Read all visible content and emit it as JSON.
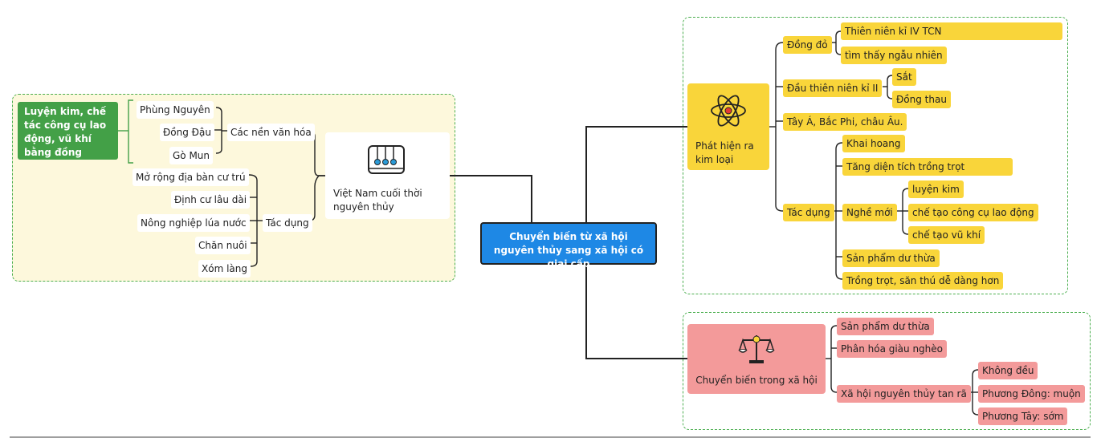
{
  "center": {
    "label": "Chuyển biến từ xã hội nguyên thủy sang xã hội có giai cấp"
  },
  "left": {
    "main": {
      "label": "Việt Nam cuối thời nguyên thủy",
      "icon": "cradle-icon"
    },
    "note": {
      "label": "Luyện kim, chế tác công cụ lao động, vũ khí bằng đồng"
    },
    "culture": {
      "label": "Các nền văn hóa",
      "items": [
        "Phùng Nguyên",
        "Đồng Đậu",
        "Gò Mun"
      ]
    },
    "effects": {
      "label": "Tác dụng",
      "items": [
        "Mở rộng địa bàn cư trú",
        "Định cư lâu dài",
        "Nông nghiệp lúa nước",
        "Chăn nuôi",
        "Xóm làng"
      ]
    }
  },
  "metal": {
    "main": {
      "label": "Phát hiện ra kim loại",
      "icon": "atom-icon"
    },
    "copper": {
      "label": "Đồng đỏ",
      "items": [
        "Thiên niên kỉ IV TCN",
        "tìm thấy ngẫu nhiên"
      ]
    },
    "early": {
      "label": "Đầu thiên niên kỉ II",
      "items": [
        "Sắt",
        "Đồng thau"
      ]
    },
    "region": {
      "label": "Tây Á, Bắc Phi, châu Âu."
    },
    "effect": {
      "label": "Tác dụng",
      "items": [
        "Khai hoang",
        "Tăng  diện tích trồng trọt",
        "Sản phẩm dư thừa",
        "Trồng trọt, săn thú dễ dàng hơn"
      ],
      "jobs": {
        "label": "Nghề mới",
        "items": [
          "luyện kim",
          "chế tạo công cụ lao động",
          "chế tạo vũ khí"
        ]
      }
    }
  },
  "society": {
    "main": {
      "label": "Chuyển biến trong xã hội",
      "icon": "scale-icon"
    },
    "items": [
      "Sản phẩm dư thừa",
      "Phân hóa giàu nghèo"
    ],
    "collapse": {
      "label": "Xã hội nguyên thủy tan rã",
      "items": [
        "Không đều",
        "Phương Đông: muộn",
        "Phương Tây: sớm"
      ]
    }
  },
  "colors": {
    "yellow": "#f9d53a",
    "pink": "#f39a9a",
    "blue": "#1e88e5",
    "green": "#43a047",
    "cream": "#fdf8dc"
  }
}
